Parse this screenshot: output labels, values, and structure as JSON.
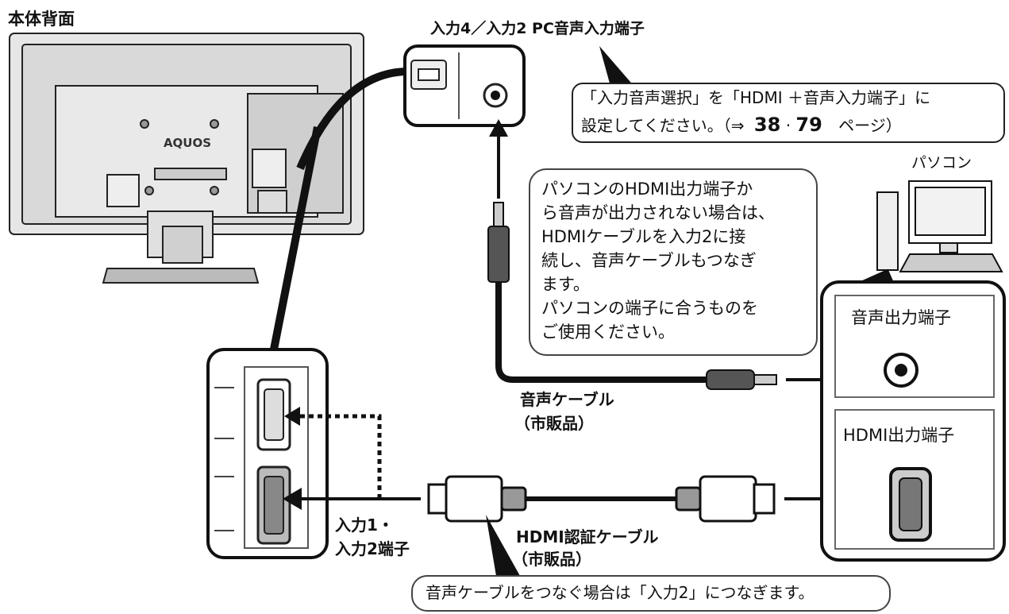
{
  "labels": {
    "tv_rear": "本体背面",
    "pc_audio_input": "入力4／入力2 PC音声入力端子",
    "pc": "パソコン",
    "audio_output": "音声出力端子",
    "hdmi_output": "HDMI出力端子",
    "audio_cable_l1": "音声ケーブル",
    "audio_cable_l2": "（市販品）",
    "input_terminal_l1": "入力1・",
    "input_terminal_l2": "入力2端子",
    "hdmi_cable_l1": "HDMI認証ケーブル",
    "hdmi_cable_l2": "（市販品）",
    "aquos": "AQUOS"
  },
  "notes": {
    "audio_select_l1": "「入力音声選択」を「HDMI ＋音声入力端子」に",
    "audio_select_l2_pre": "設定してください。（⇒",
    "page_a": "38",
    "page_sep": "·",
    "page_b": "79",
    "audio_select_l2_post": "ページ）",
    "pc_hdmi_1": "パソコンのHDMI出力端子か",
    "pc_hdmi_2": "ら音声が出力されない場合は、",
    "pc_hdmi_3": "HDMIケーブルを入力2に接",
    "pc_hdmi_4": "続し、音声ケーブルもつなぎ",
    "pc_hdmi_5": "ます。",
    "pc_hdmi_6": "パソコンの端子に合うものを",
    "pc_hdmi_7": "ご使用ください。",
    "bottom": "音声ケーブルをつなぐ場合は「入力2」につなぎます。"
  }
}
